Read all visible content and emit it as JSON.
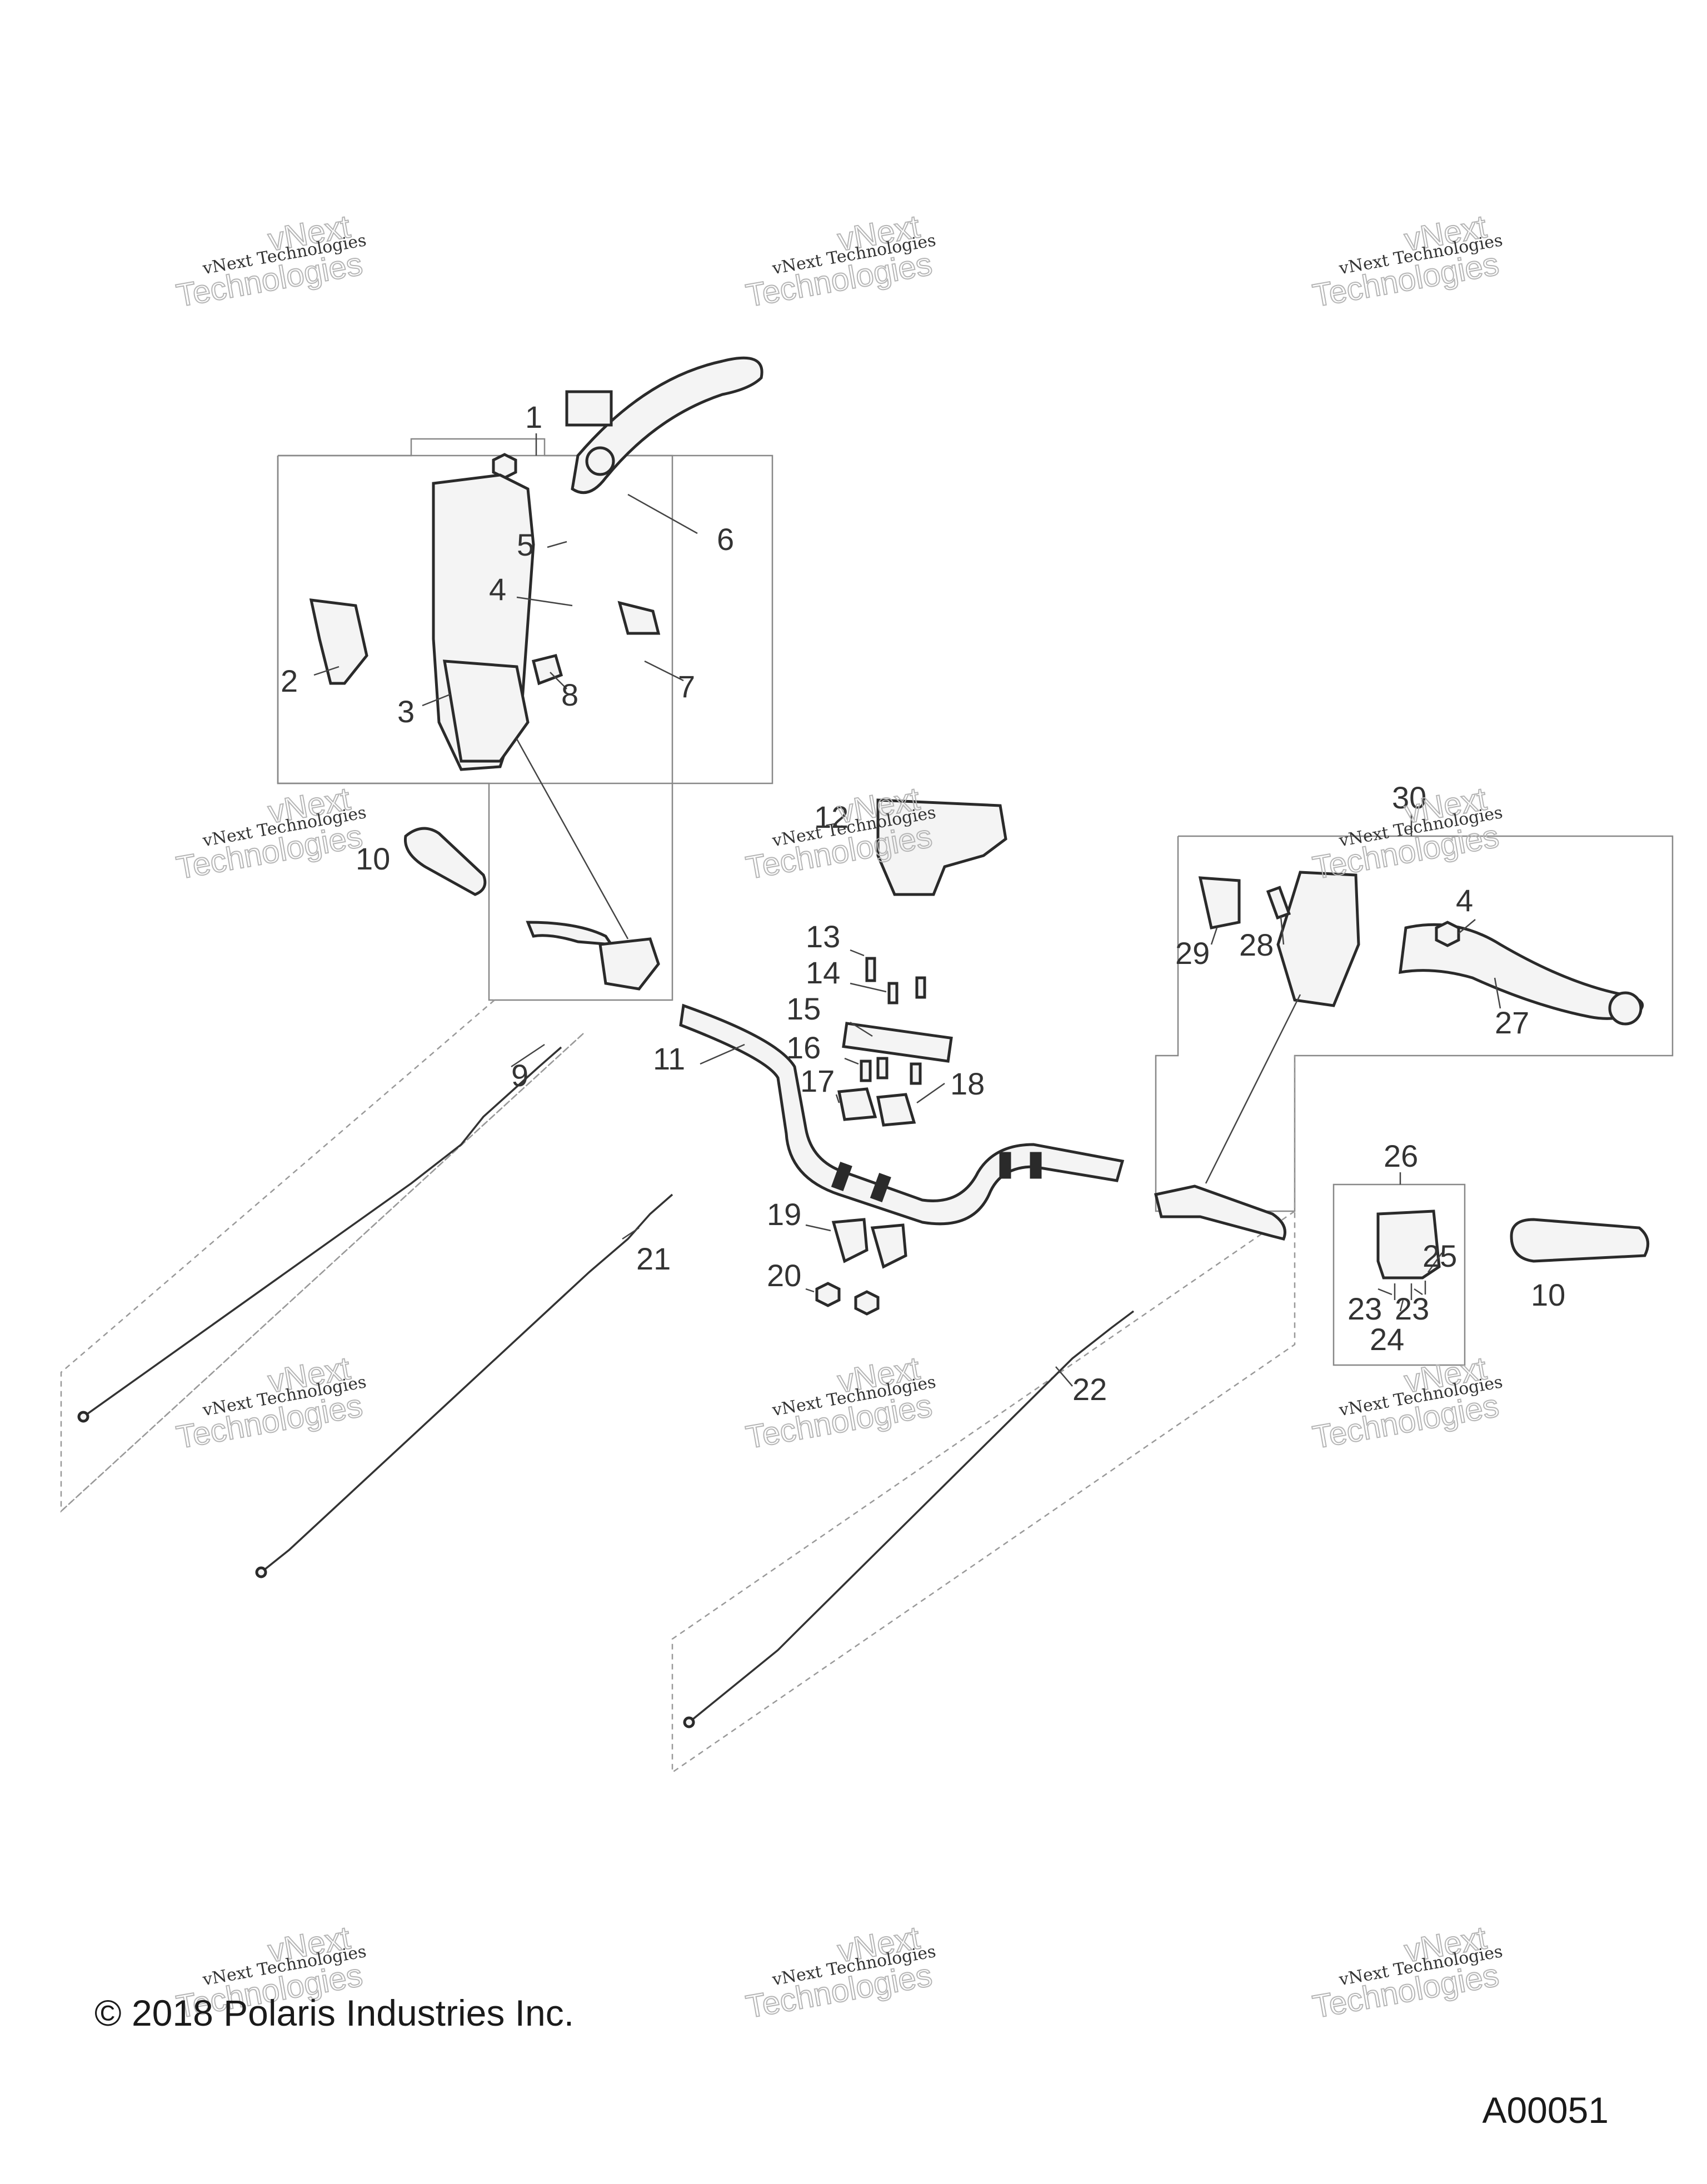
{
  "callouts": [
    "1",
    "2",
    "3",
    "4",
    "5",
    "6",
    "7",
    "8",
    "9",
    "10",
    "11",
    "12",
    "13",
    "14",
    "15",
    "16",
    "17",
    "18",
    "19",
    "20",
    "21",
    "22",
    "23",
    "24",
    "25",
    "26",
    "27",
    "28",
    "29",
    "30"
  ],
  "watermark": {
    "line1": "vNext",
    "line2": "vNext Technologies",
    "line3": "Technologies"
  },
  "footer": {
    "copyright": "© 2018 Polaris Industries Inc.",
    "figure_id": "A00051"
  },
  "colors": {
    "line": "#2a2a2a",
    "watermark_outline": "#b5b5b5",
    "assembly_box": "#888888"
  }
}
